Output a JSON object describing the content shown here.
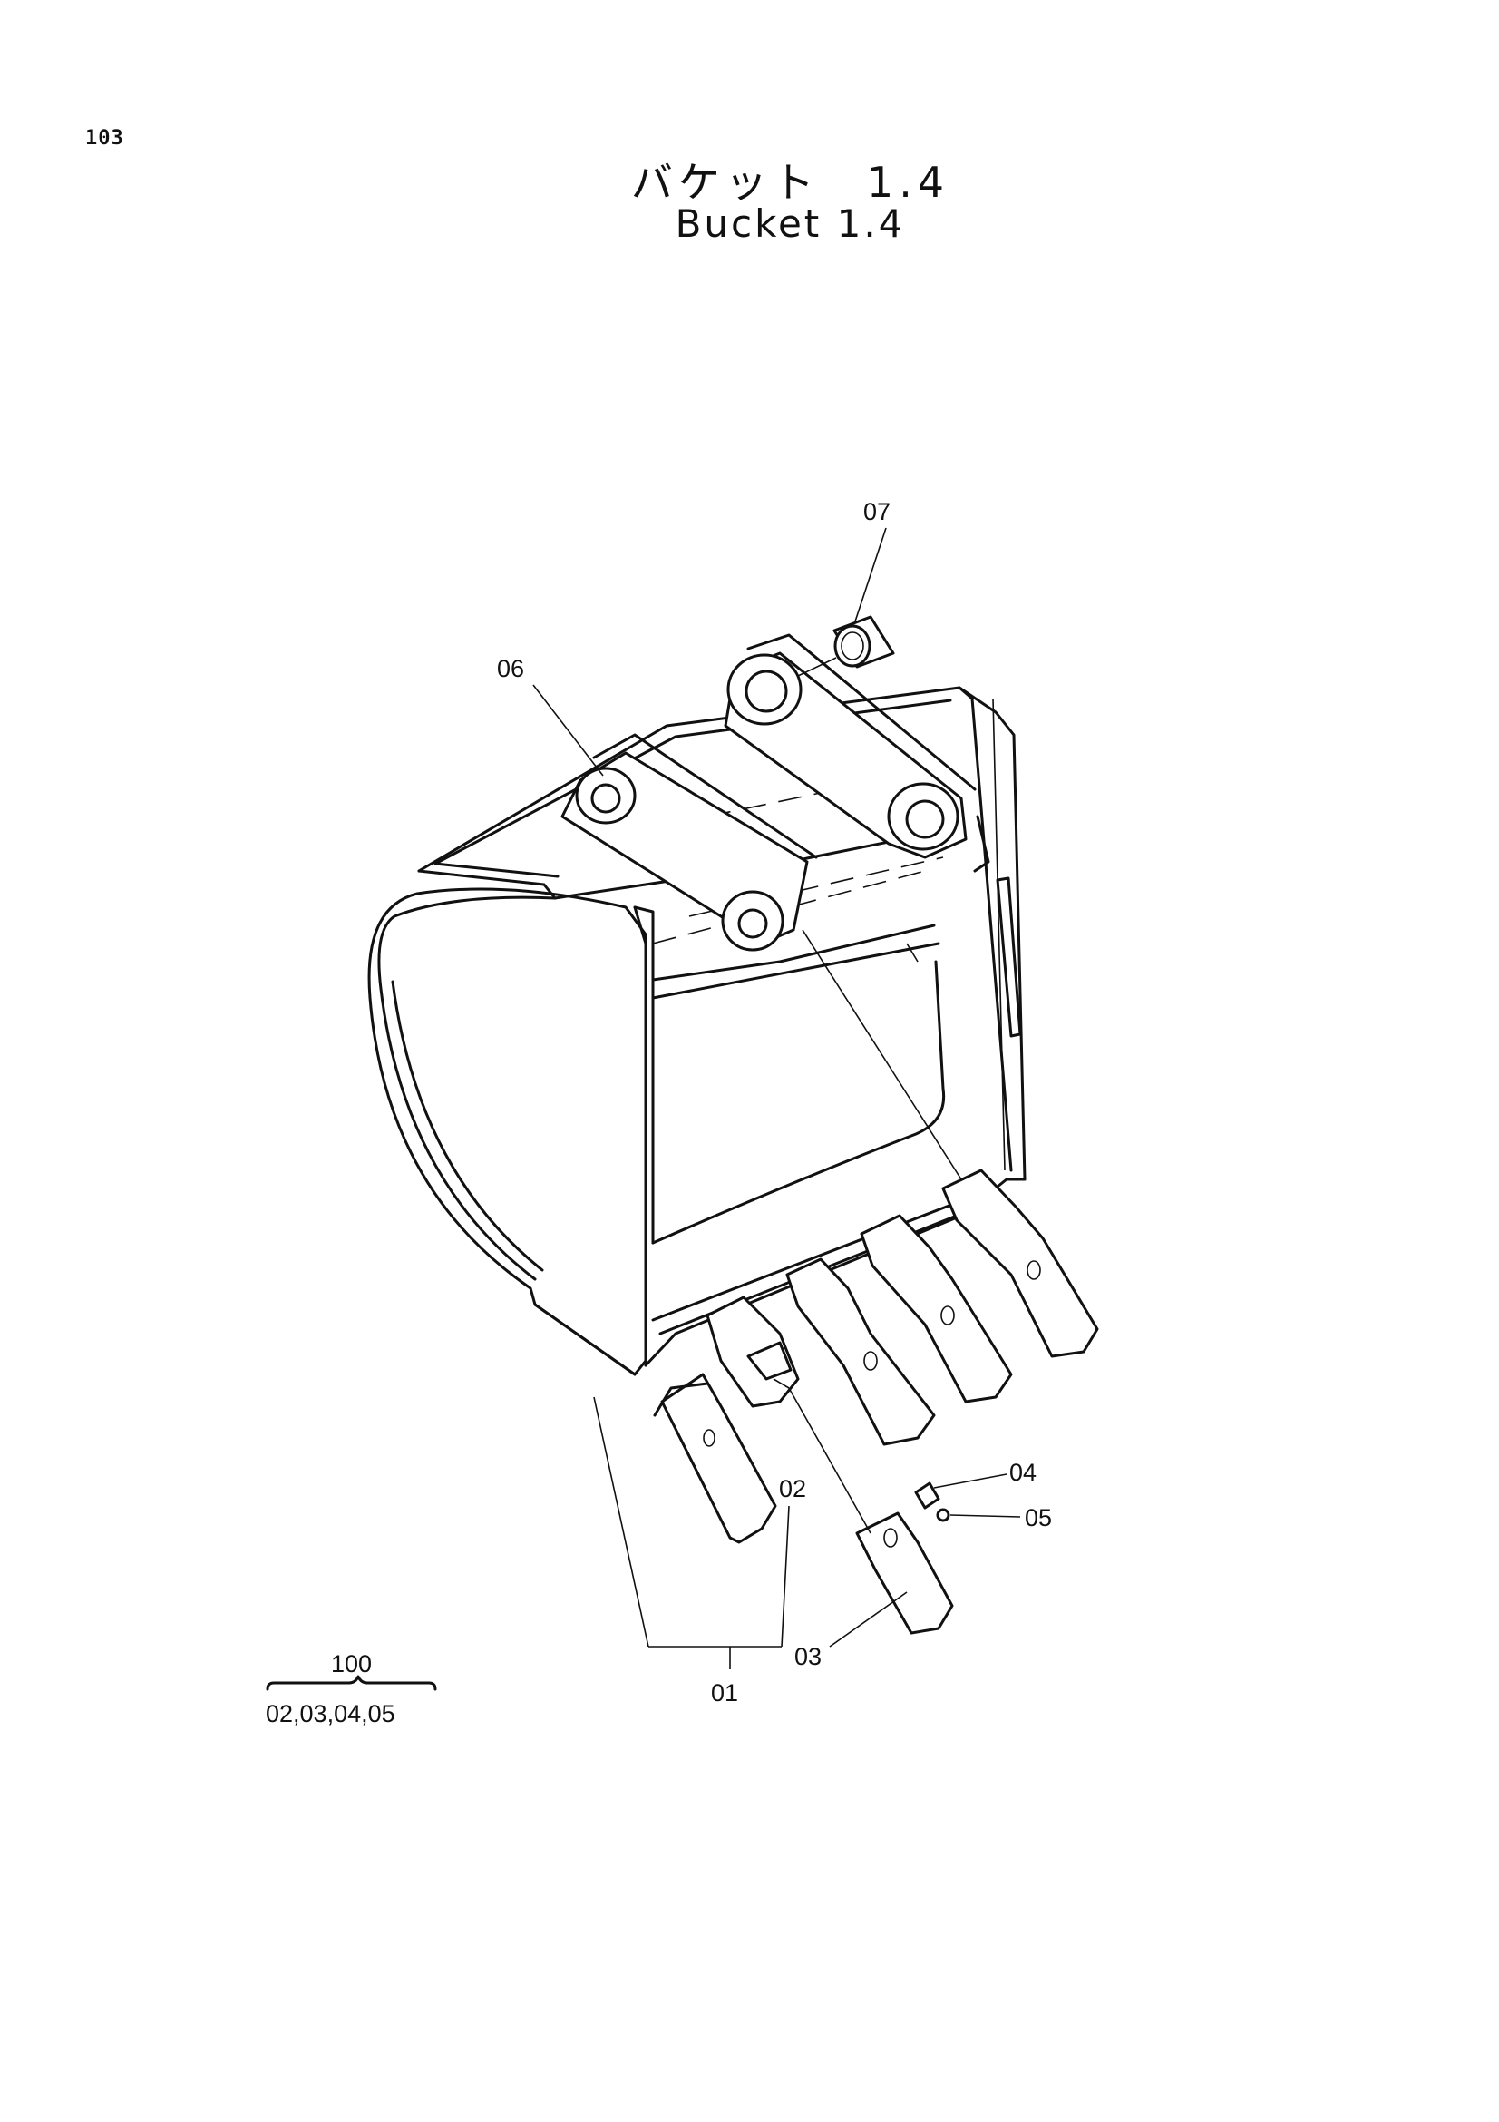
{
  "page": {
    "number": "103",
    "title_jp": "バケット　1.4",
    "title_en": "Bucket 1.4"
  },
  "callouts": {
    "c01": "01",
    "c02": "02",
    "c03": "03",
    "c04": "04",
    "c05": "05",
    "c06": "06",
    "c07": "07"
  },
  "group": {
    "number": "100",
    "members": "02,03,04,05"
  }
}
